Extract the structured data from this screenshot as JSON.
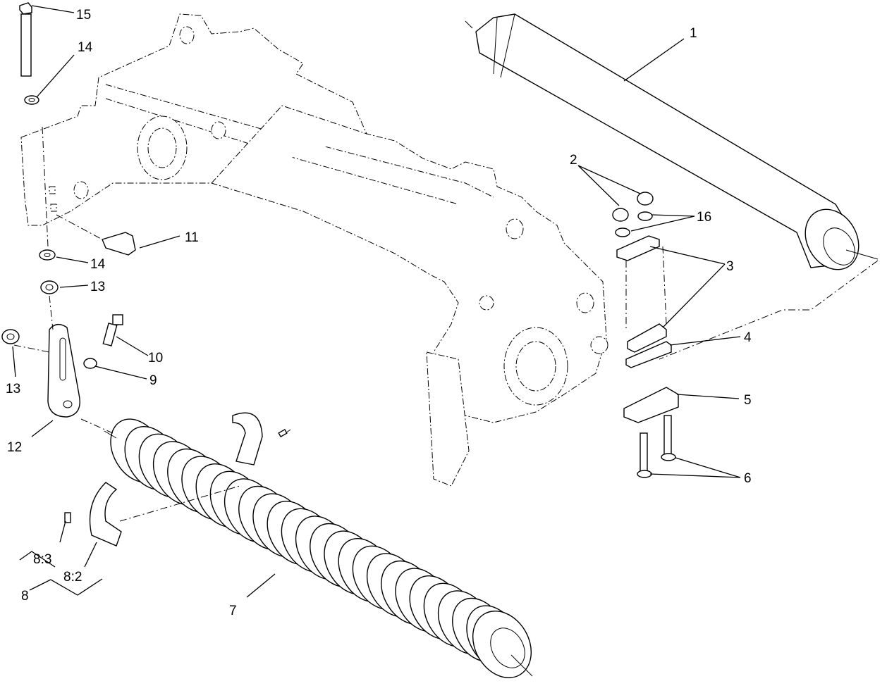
{
  "callouts": [
    {
      "id": "c1",
      "text": "1"
    },
    {
      "id": "c2",
      "text": "2"
    },
    {
      "id": "c3",
      "text": "3"
    },
    {
      "id": "c4",
      "text": "4"
    },
    {
      "id": "c5",
      "text": "5"
    },
    {
      "id": "c6",
      "text": "6"
    },
    {
      "id": "c7",
      "text": "7"
    },
    {
      "id": "c8",
      "text": "8"
    },
    {
      "id": "c8_2",
      "text": "8:2"
    },
    {
      "id": "c8_3",
      "text": "8:3"
    },
    {
      "id": "c9",
      "text": "9"
    },
    {
      "id": "c10",
      "text": "10"
    },
    {
      "id": "c11",
      "text": "11"
    },
    {
      "id": "c12",
      "text": "12"
    },
    {
      "id": "c13a",
      "text": "13"
    },
    {
      "id": "c13b",
      "text": "13"
    },
    {
      "id": "c14a",
      "text": "14"
    },
    {
      "id": "c14b",
      "text": "14"
    },
    {
      "id": "c15",
      "text": "15"
    },
    {
      "id": "c16",
      "text": "16"
    }
  ]
}
